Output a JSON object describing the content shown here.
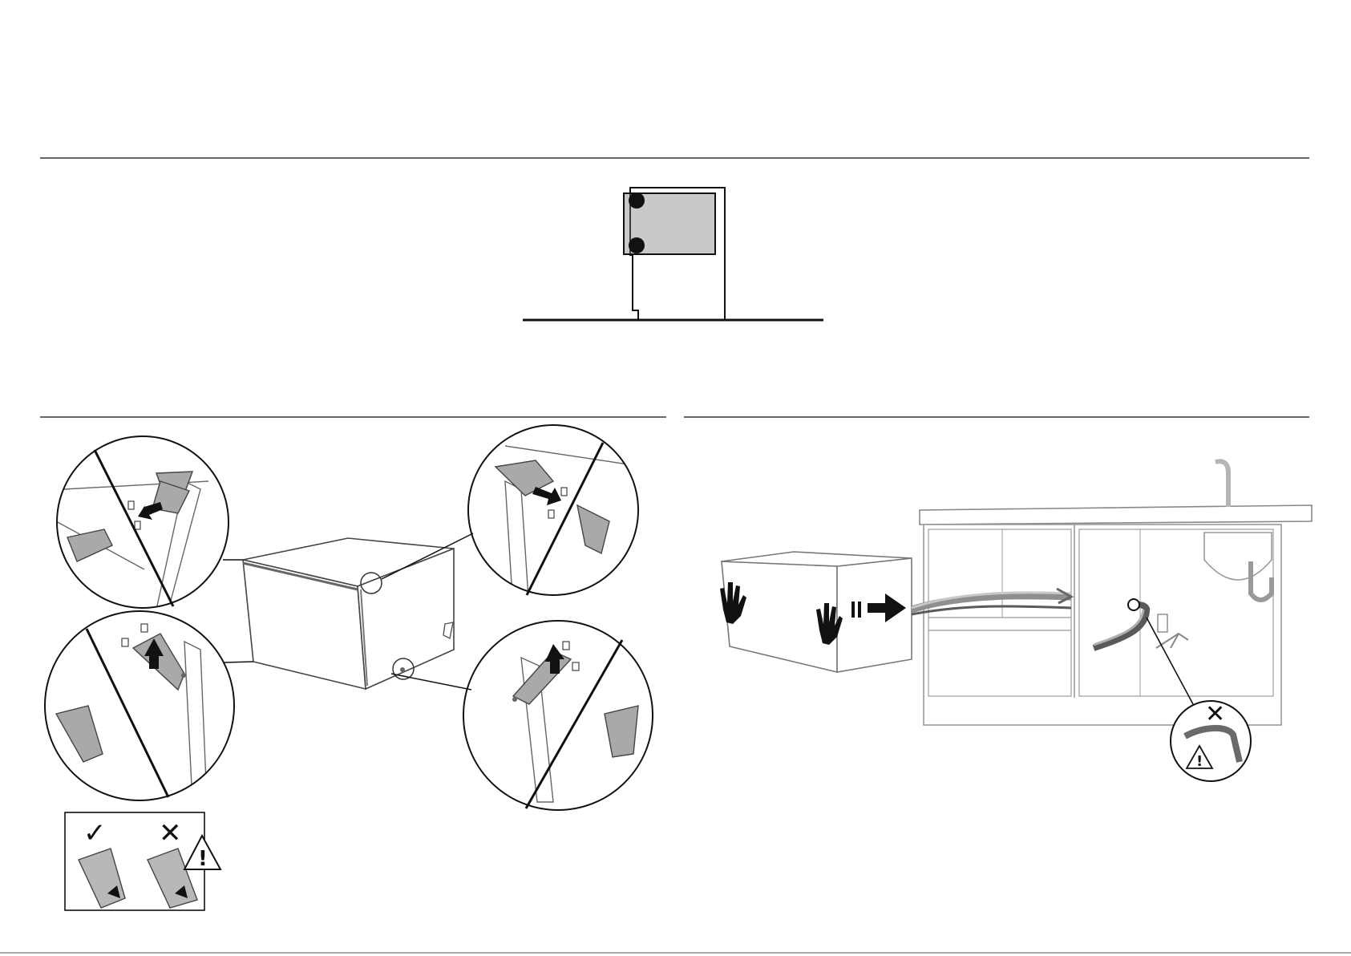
{
  "document": {
    "sections": [
      {
        "id": "niche-diagram",
        "icon": "niche-outline-icon"
      },
      {
        "id": "hinge-removal",
        "icon": "hinge-bracket-icon"
      },
      {
        "id": "slide-into-cabinet",
        "icon": "cabinet-install-icon"
      }
    ]
  },
  "symbols": {
    "correct_mark": "✓",
    "wrong_mark": "✕",
    "warning_mark": "!"
  },
  "colors": {
    "line": "#111111",
    "fill_gray": "#c9c9c9",
    "part_gray": "#a9a9a9",
    "light_gray": "#b8b8b8",
    "hose_dark": "#5a5a5a",
    "hose_light": "#c8c8c8"
  }
}
